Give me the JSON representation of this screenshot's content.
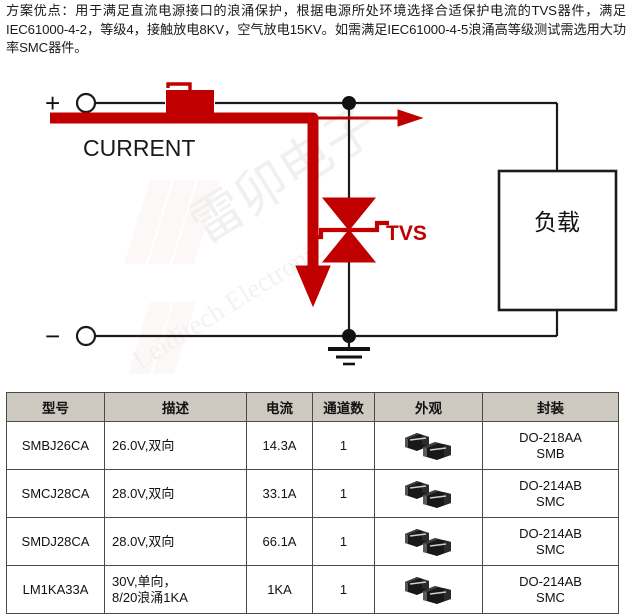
{
  "intro": {
    "text": "方案优点：用于满足直流电源接口的浪涌保护，根据电源所处环境选择合适保护电流的TVS器件，满足IEC61000-4-2，等级4，接触放电8KV，空气放电15KV。如需满足IEC61000-4-5浪涌高等级测试需选用大功率SMC器件。"
  },
  "schematic": {
    "plus_terminal": "+",
    "minus_terminal": "−",
    "current_label": "CURRENT",
    "tvs_label": "TVS",
    "load_label": "负载",
    "colors": {
      "wire": "#1a1a1a",
      "current": "#c00000",
      "device": "#c00000"
    }
  },
  "watermark": {
    "brand_en": "Leiditech Electronic",
    "brand_cn": "雷卯电子"
  },
  "table": {
    "headers": [
      "型号",
      "描述",
      "电流",
      "通道数",
      "外观",
      "封装"
    ],
    "rows": [
      {
        "model": "SMBJ26CA",
        "description": "26.0V,双向",
        "current": "14.3A",
        "channels": "1",
        "appearance": "smd-package-image",
        "package": "DO-218AA\nSMB"
      },
      {
        "model": "SMCJ28CA",
        "description": "28.0V,双向",
        "current": "33.1A",
        "channels": "1",
        "appearance": "smd-package-image",
        "package": "DO-214AB\nSMC"
      },
      {
        "model": "SMDJ28CA",
        "description": "28.0V,双向",
        "current": "66.1A",
        "channels": "1",
        "appearance": "smd-package-image",
        "package": "DO-214AB\nSMC"
      },
      {
        "model": "LM1KA33A",
        "description": "30V,单向，\n8/20浪涌1KA",
        "current": "1KA",
        "channels": "1",
        "appearance": "smd-package-image",
        "package": "DO-214AB\nSMC"
      }
    ]
  }
}
